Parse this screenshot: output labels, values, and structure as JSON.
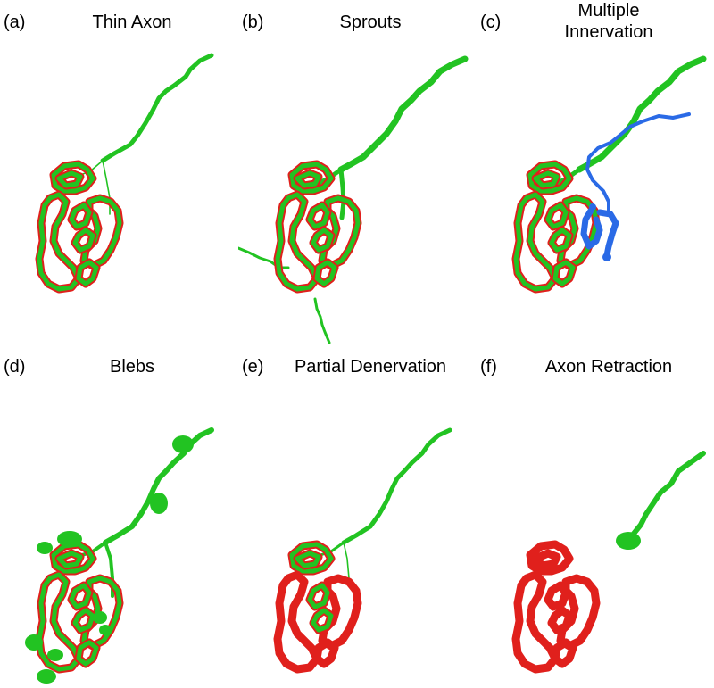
{
  "panels": [
    {
      "letter": "(a)",
      "title": "Thin Axon"
    },
    {
      "letter": "(b)",
      "title": "Sprouts"
    },
    {
      "letter": "(c)",
      "title_lines": [
        "Multiple",
        "Innervation"
      ]
    },
    {
      "letter": "(d)",
      "title": "Blebs"
    },
    {
      "letter": "(e)",
      "title": "Partial Denervation"
    },
    {
      "letter": "(f)",
      "title": "Axon Retraction"
    }
  ],
  "colors": {
    "axon_green": "#22c322",
    "receptor_red": "#e0201c",
    "second_axon_blue": "#2a6ae6",
    "background": "#ffffff",
    "label_text": "#000000"
  },
  "icons": [
    "neuromuscular-junction-drawing"
  ]
}
